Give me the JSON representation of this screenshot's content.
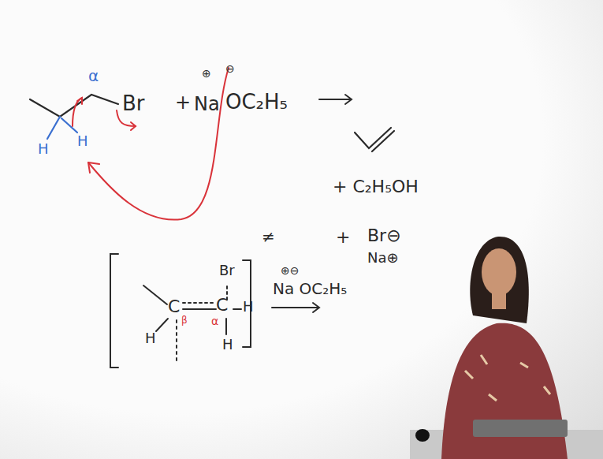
{
  "diagram": {
    "labels": [
      "α",
      "Br",
      "+",
      "⊕",
      "⊖",
      "Na",
      "OC₂H₅",
      "H",
      "H",
      "+ C₂H₅OH",
      "≠",
      "+",
      "Br⊖",
      "Na⊕",
      "Br",
      "C",
      "β",
      "C",
      "α",
      "H",
      "H",
      "H",
      "⊕⊖",
      "Na OC₂H₅"
    ]
  }
}
